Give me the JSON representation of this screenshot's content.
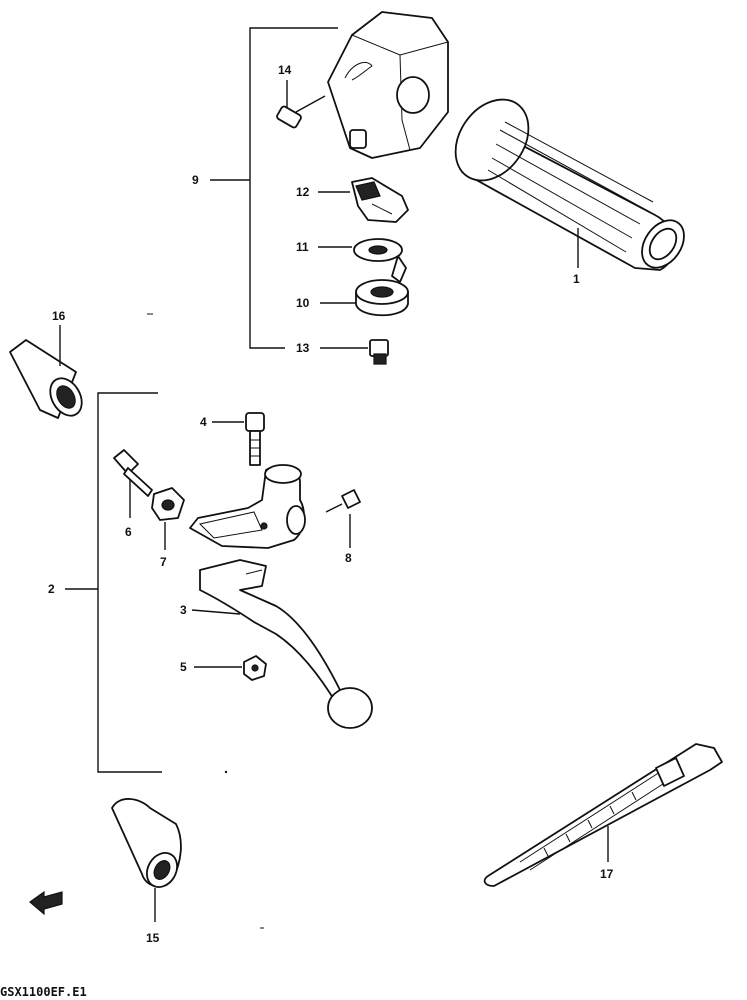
{
  "callouts": {
    "c1": "1",
    "c2": "2",
    "c3": "3",
    "c4": "4",
    "c5": "5",
    "c6": "6",
    "c7": "7",
    "c8": "8",
    "c9": "9",
    "c10": "10",
    "c11": "11",
    "c12": "12",
    "c13": "13",
    "c14": "14",
    "c15": "15",
    "c16": "16",
    "c17": "17"
  },
  "footer": {
    "code": "GSX1100EF.E1"
  },
  "icons": {
    "front_arrow": "left-arrow-icon"
  },
  "colors": {
    "ink": "#111111",
    "paper": "#ffffff"
  }
}
